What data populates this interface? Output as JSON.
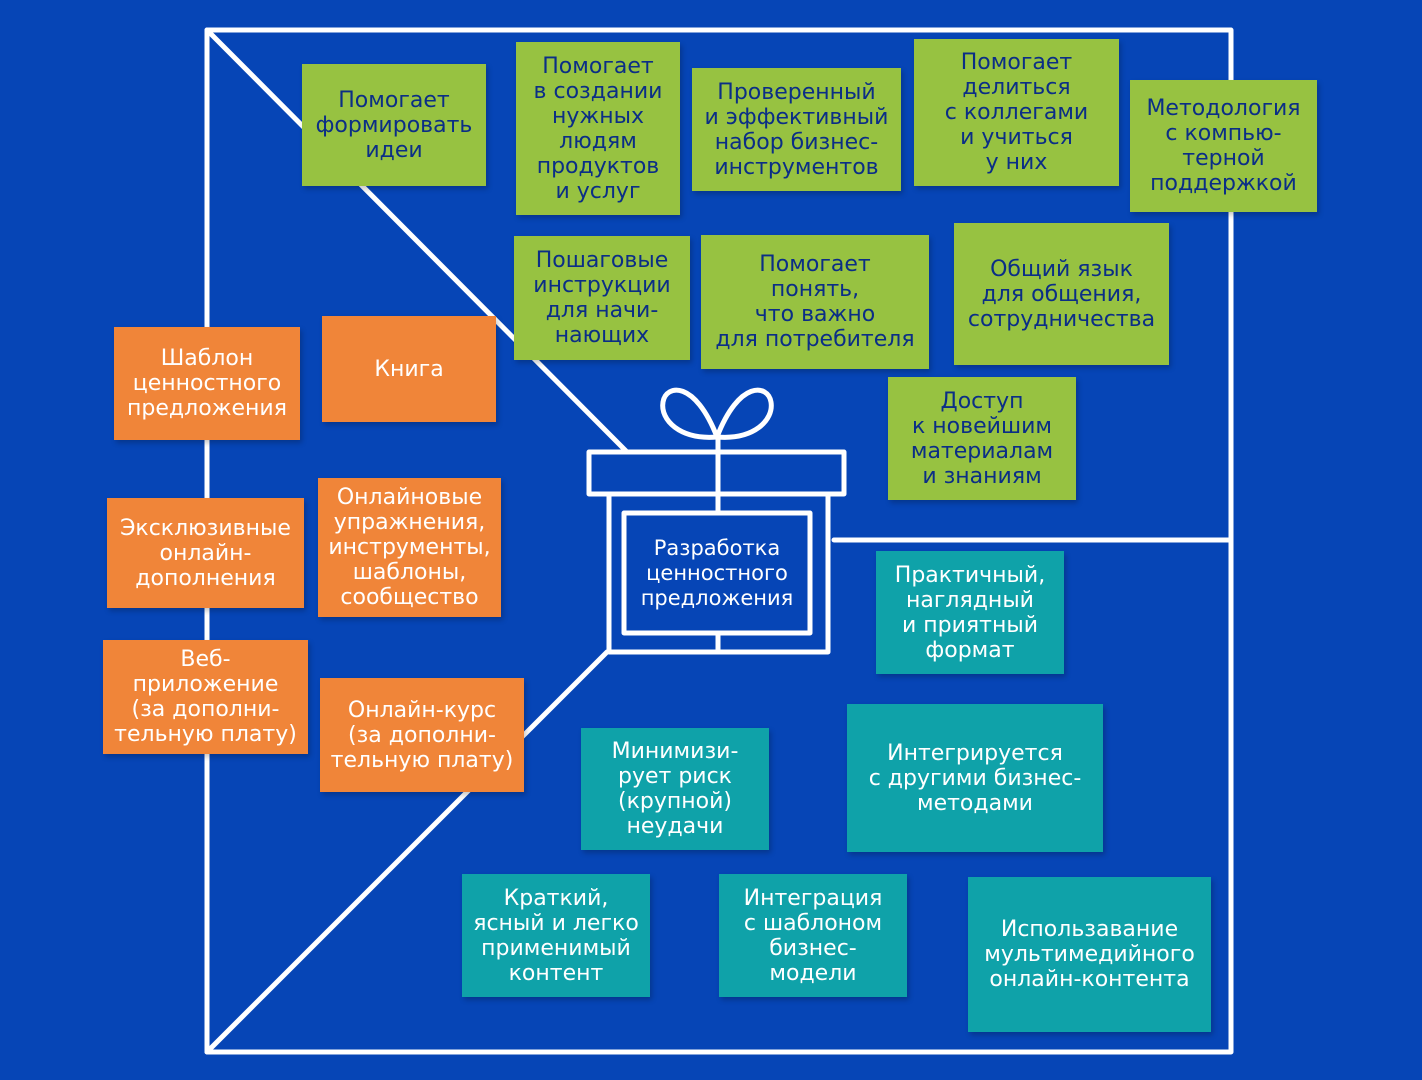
{
  "center_title": "Разработка\nценностного\nпредложения",
  "icon": "gift-box-icon",
  "colors": {
    "background": "#0645B6",
    "lines": "#FFFFFF",
    "gain_creators": "#97C241",
    "products_services": "#F08539",
    "pain_relievers": "#0FA2A9"
  },
  "gain_creators": [
    "Помогает\nформировать\nидеи",
    "Помогает\nв создании\nнужных\nлюдям\nпродуктов\nи услуг",
    "Проверенный\nи эффективный\nнабор бизнес-\nинструментов",
    "Помогает\nделиться\nс коллегами\nи учиться\nу них",
    "Методология\nс компью-\nтерной\nподдержкой",
    "Пошаговые\nинструкции\nдля начи-\nнающих",
    "Помогает\nпонять,\nчто важно\nдля потребителя",
    "Общий язык\nдля общения,\nсотрудничества",
    "Доступ\nк новейшим\nматериалам\nи знаниям"
  ],
  "products_services": [
    "Шаблон\nценностного\nпредложения",
    "Книга",
    "Эксклюзивные\nонлайн-\nдополнения",
    "Онлайновые\nупражнения,\nинструменты,\nшаблоны,\nсообщество",
    "Веб-\nприложение\n(за дополни-\nтельную плату)",
    "Онлайн-курс\n(за дополни-\nтельную плату)"
  ],
  "pain_relievers": [
    "Практичный,\nнаглядный\nи приятный\nформат",
    "Минимизи-\nрует риск\n(крупной)\nнеудачи",
    "Интегрируется\nс другими бизнес-\nметодами",
    "Краткий,\nясный и легко\nприменимый\nконтент",
    "Интеграция\nс шаблоном\nбизнес-\nмодели",
    "Использавание\nмультимедийного\nонлайн-контента"
  ]
}
